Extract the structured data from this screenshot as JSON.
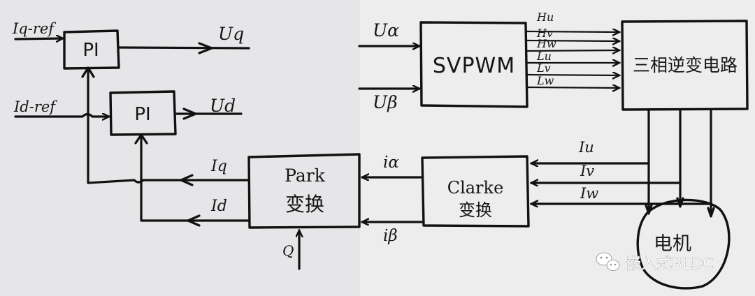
{
  "diagram": {
    "blocks": {
      "pi_q": "PI",
      "pi_d": "PI",
      "svpwm": "SVPWM",
      "inverter": "三相逆变电路",
      "park_line1": "Park",
      "park_line2": "变换",
      "clarke_line1": "Clarke",
      "clarke_line2": "变换",
      "motor": "电机"
    },
    "signals": {
      "iq_ref": "Iq-ref",
      "id_ref": "Id-ref",
      "uq": "Uq",
      "ud": "Ud",
      "ualpha": "Uα",
      "ubeta": "Uβ",
      "iq": "Iq",
      "id": "Id",
      "ialpha": "iα",
      "ibeta": "iβ",
      "theta": "Q",
      "iu": "Iu",
      "iv": "Iv",
      "iw": "Iw"
    },
    "pwm_lines": [
      "Hu",
      "Hv",
      "Hw",
      "Lu",
      "Lv",
      "Lw"
    ]
  },
  "watermark": {
    "icon": "wechat-icon",
    "text": "嵌入式BLDC"
  }
}
